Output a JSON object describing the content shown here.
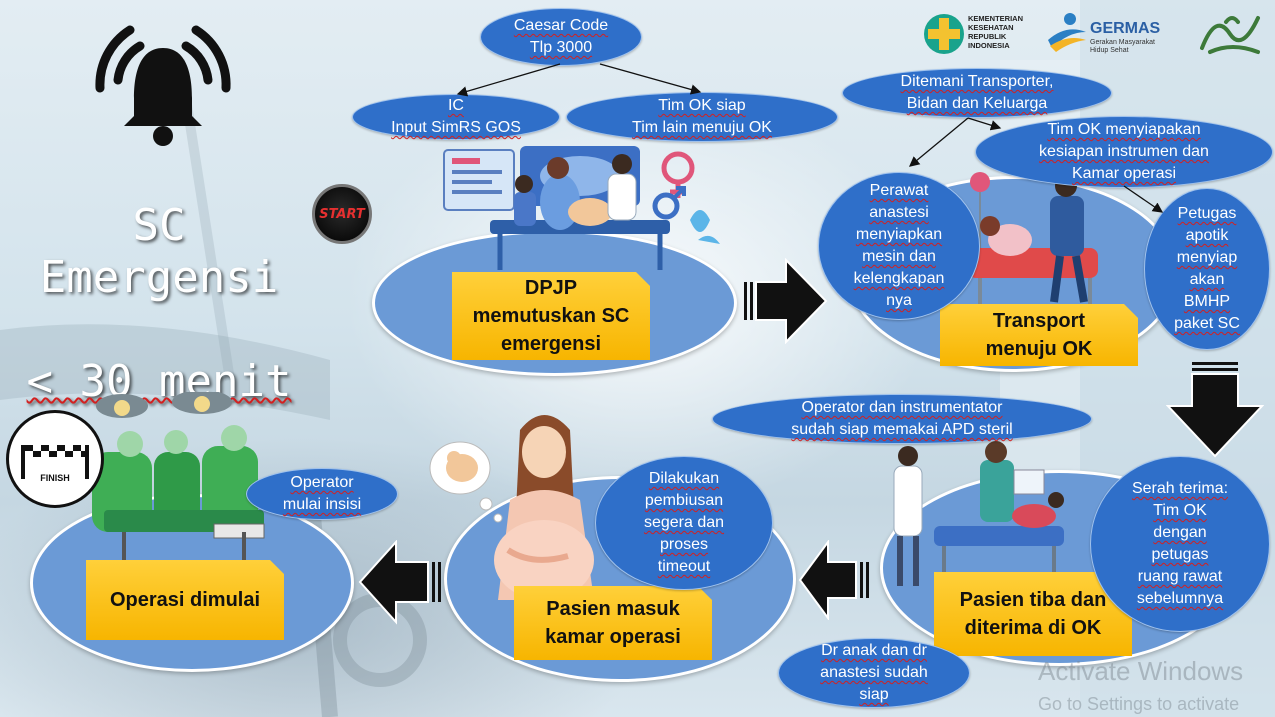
{
  "title": {
    "line1": "SC Emergensi",
    "line2": "< 30 menit"
  },
  "start_label": "START",
  "finish_label": "FINISH",
  "logos": {
    "kemenkes": "KEMENTERIAN\nKESEHATAN\nREPUBLIK\nINDONESIA",
    "germas": "GERMAS",
    "germas_tagline": "Gerakan Masyarakat\nHidup Sehat"
  },
  "steps": {
    "dpjp": "DPJP\nmemutuskan SC\nemergensi",
    "transport": "Transport\nmenuju OK",
    "tiba": "Pasien tiba dan\nditerima di OK",
    "masuk": "Pasien masuk\nkamar operasi",
    "operasi": "Operasi dimulai"
  },
  "callouts": {
    "caesar_code": "Caesar Code\nTlp 3000",
    "ic": "IC\nInput SimRS GOS",
    "tim_ok_siap": "Tim OK siap\nTim lain menuju OK",
    "ditemani": "Ditemani Transporter,\nBidan dan Keluarga",
    "tim_ok_menyiapkan": "Tim OK menyiapakan\nkesiapan instrumen dan\nKamar operasi",
    "perawat": "Perawat\nanastesi\nmenyiapkan\nmesin dan\nkelengkapan\nnya",
    "petugas": "Petugas\napotik\nmenyiap\nakan\nBMHP\npaket SC",
    "operator_apd": "Operator dan instrumentator\nsudah siap memakai APD steril",
    "serah_terima": "Serah terima:\nTim OK\ndengan\npetugas\nruang rawat\nsebelumnya",
    "dr_anak": "Dr anak dan dr\nanastesi sudah\nsiap",
    "dilakukan": "Dilakukan\npembiusan\nsegera dan\nproses\ntimeout",
    "operator_insisi": "Operator\nmulai insisi"
  },
  "watermark": {
    "line1": "Activate Windows",
    "line2": "Go to Settings to activate"
  },
  "colors": {
    "callout": "#2f6fc9",
    "oval": "#6b9ad6",
    "step_box": "#f7b500",
    "arrow": "#000000"
  },
  "icons": [
    "alarm-bell-icon",
    "start-button-icon",
    "finish-flag-icon",
    "right-arrow-icon",
    "down-arrow-icon",
    "left-arrow-icon"
  ]
}
